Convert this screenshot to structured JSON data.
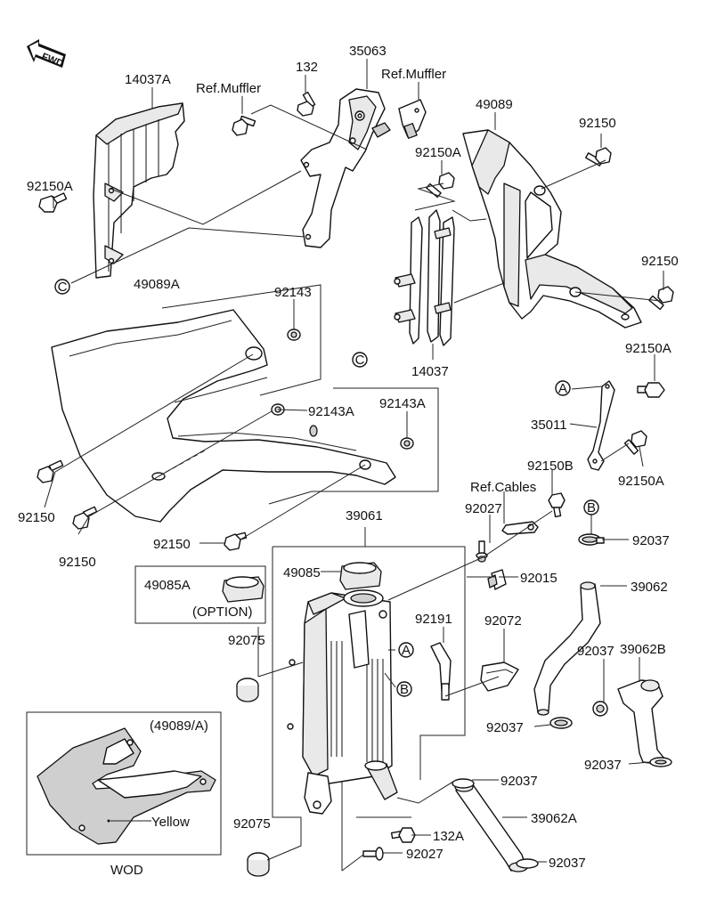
{
  "diagram": {
    "direction_badge": "FWD",
    "callout_markers": {
      "a": "A",
      "b": "B",
      "c": "C"
    },
    "labels": {
      "p14037A": "14037A",
      "ref_muffler_left": "Ref.Muffler",
      "p132": "132",
      "p35063": "35063",
      "ref_muffler_right": "Ref.Muffler",
      "p49089": "49089",
      "p92150_top": "92150",
      "p92150A_top": "92150A",
      "p92150A_left": "92150A",
      "p92150_right": "92150",
      "p49089A": "49089A",
      "p92143": "92143",
      "p14037": "14037",
      "p92143A_a": "92143A",
      "p92143A_b": "92143A",
      "p92150A_right": "92150A",
      "p35011": "35011",
      "p92150A_low": "92150A",
      "p92150_a": "92150",
      "p92150_b": "92150",
      "p92150_c": "92150",
      "p92150B": "92150B",
      "ref_cables": "Ref.Cables",
      "p92027_top": "92027",
      "p39061": "39061",
      "p92037_top": "92037",
      "p49085": "49085",
      "p49085A": "49085A",
      "option": "(OPTION)",
      "p92015": "92015",
      "p39062": "39062",
      "p92191": "92191",
      "p92072": "92072",
      "p92075_top": "92075",
      "p39062B": "39062B",
      "p92037_mid": "92037",
      "p92037_left": "92037",
      "p92037_low": "92037",
      "p49089_A": "(49089/A)",
      "yellow": "Yellow",
      "p92037_hose": "92037",
      "p39062A": "39062A",
      "p92075_low": "92075",
      "p132A": "132A",
      "p92027_low": "92027",
      "p92037_bottom": "92037",
      "wod": "WOD"
    }
  }
}
